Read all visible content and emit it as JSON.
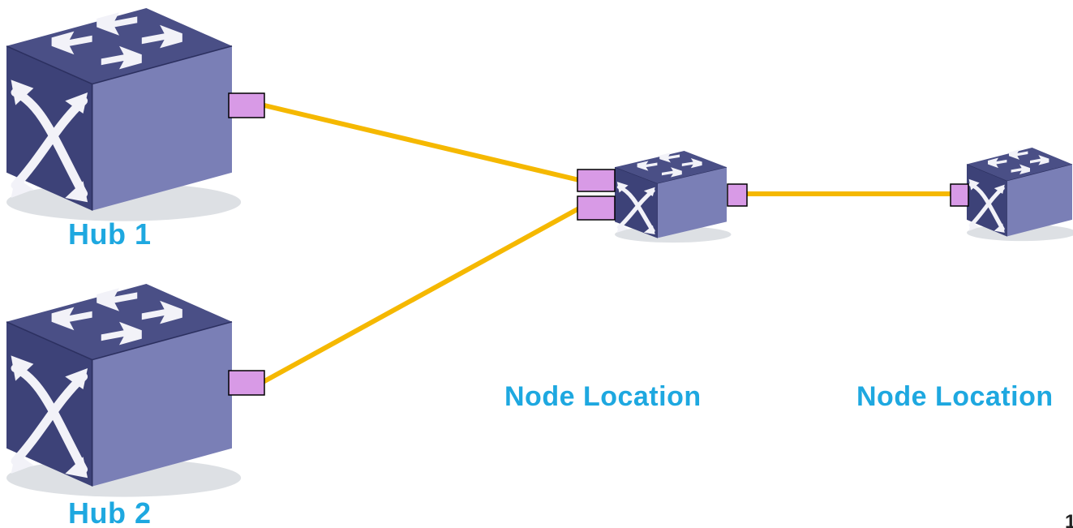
{
  "hubs": [
    {
      "name": "hub-1",
      "label": "Hub 1"
    },
    {
      "name": "hub-2",
      "label": "Hub 2"
    }
  ],
  "nodes": [
    {
      "name": "node-location-1",
      "label": "Node Location"
    },
    {
      "name": "node-location-2",
      "label": "Node Location"
    }
  ],
  "corner_mark": "1",
  "colors": {
    "label": "#1ea8e0",
    "link": "#f5b800",
    "port": "#d89ae6",
    "switch_top": "#4a4f86",
    "switch_front": "#3d4278",
    "switch_side": "#7a7fb6",
    "arrow": "#f2f2f8"
  },
  "icons": [
    "network-switch-icon"
  ]
}
